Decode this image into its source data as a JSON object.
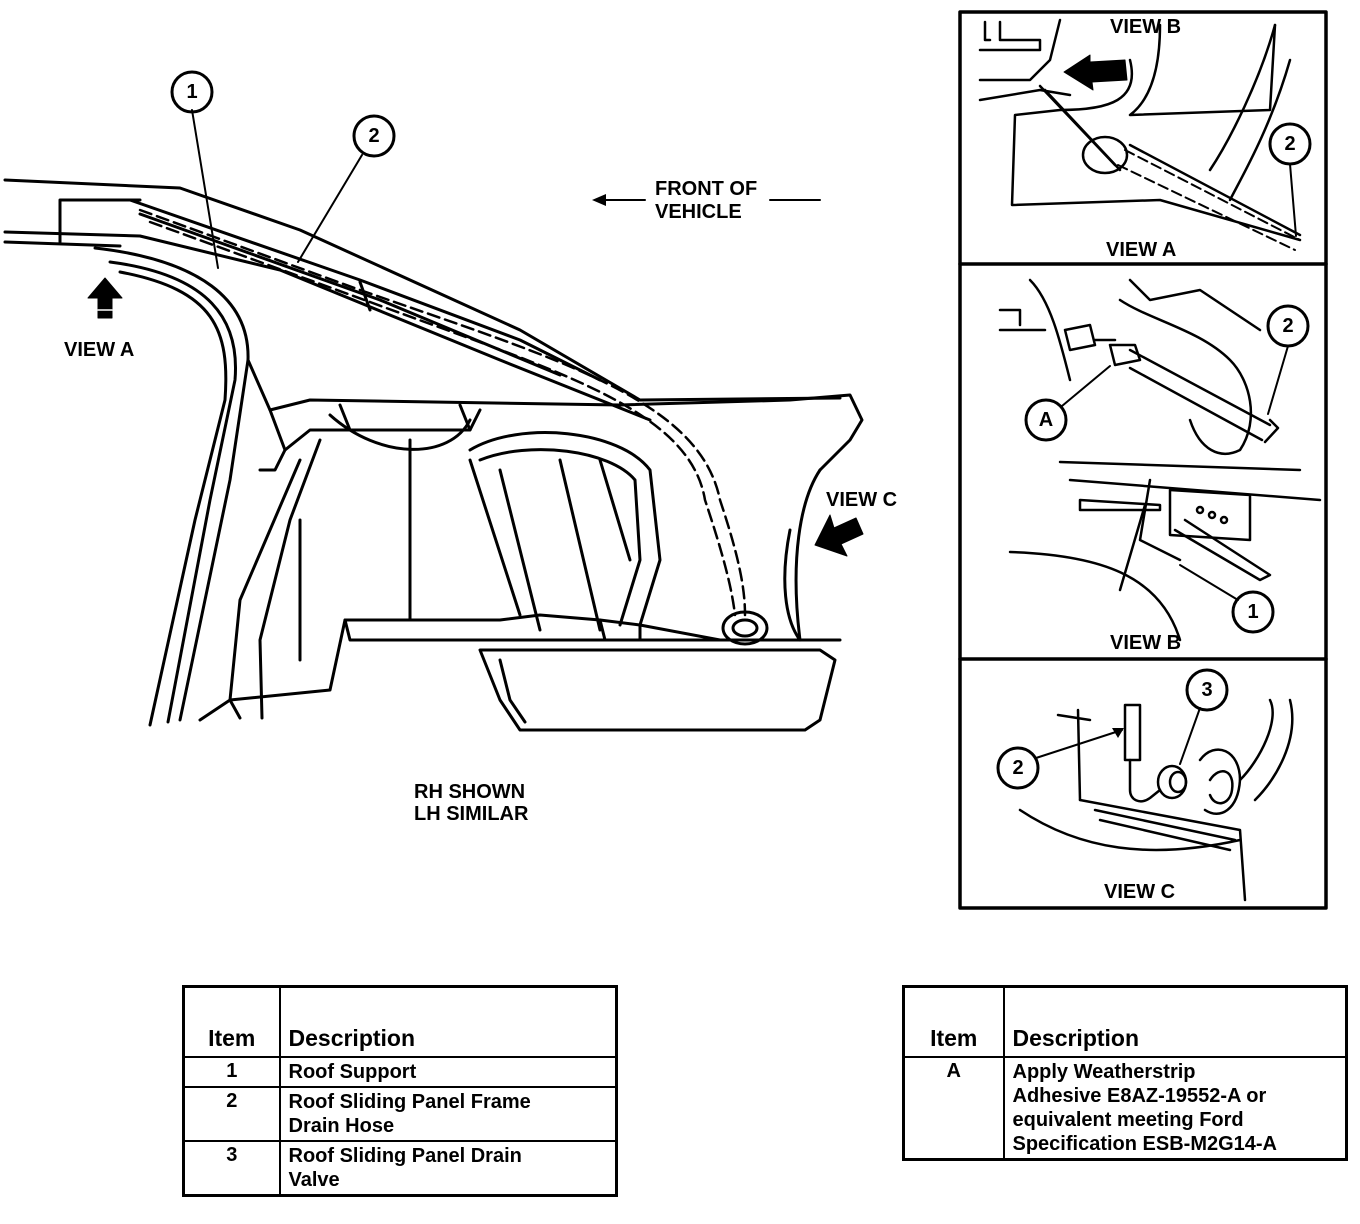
{
  "labels": {
    "front_of_vehicle_1": "FRONT OF",
    "front_of_vehicle_2": "VEHICLE",
    "view_a_main": "VIEW A",
    "view_c_main": "VIEW C",
    "rh_shown": "RH SHOWN",
    "lh_similar": "LH SIMILAR",
    "inset1_top": "VIEW B",
    "inset1_bottom": "VIEW A",
    "inset2_bottom": "VIEW B",
    "inset3_bottom": "VIEW C"
  },
  "callouts": {
    "main_1": "1",
    "main_2": "2",
    "inset1_2": "2",
    "inset2_2": "2",
    "inset2_A": "A",
    "inset2_1": "1",
    "inset3_2": "2",
    "inset3_3": "3"
  },
  "items_table": {
    "header_item": "Item",
    "header_desc": "Description",
    "rows": [
      {
        "item": "1",
        "desc": "Roof Support"
      },
      {
        "item": "2",
        "desc": "Roof Sliding Panel Frame\nDrain Hose"
      },
      {
        "item": "3",
        "desc": "Roof Sliding Panel Drain\nValve"
      }
    ]
  },
  "notes_table": {
    "header_item": "Item",
    "header_desc": "Description",
    "rows": [
      {
        "item": "A",
        "desc": "Apply Weatherstrip\nAdhesive E8AZ-19552-A or\nequivalent meeting Ford\nSpecification ESB-M2G14-A"
      }
    ]
  }
}
